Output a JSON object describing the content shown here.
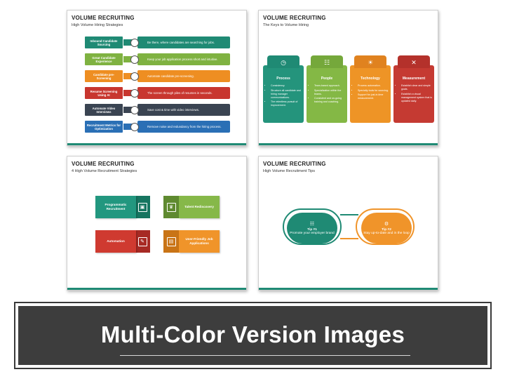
{
  "slides": {
    "s1": {
      "title": "VOLUME RECRUITING",
      "subtitle": "High Volume Hiring Strategies",
      "rows": [
        {
          "label": "Inbound Candidate Sourcing",
          "desc": "Be there, where candidates are searching for jobs.",
          "color": "#1f8a74"
        },
        {
          "label": "Great Candidate Experience",
          "desc": "Keep your job application process short and intuitive.",
          "color": "#7fb241"
        },
        {
          "label": "Candidate pre-Screening",
          "desc": "Automate candidate pre-screening.",
          "color": "#ee8e22"
        },
        {
          "label": "Resume Screening Using AI",
          "desc": "The screen through piles of resumes in seconds.",
          "color": "#c8362f"
        },
        {
          "label": "Automate Video Interviews",
          "desc": "Save cost & time with video interviews.",
          "color": "#3a4452"
        },
        {
          "label": "Recruitment Metrics for Optimization",
          "desc": "Remove noise and redundancy from the hiring process.",
          "color": "#2a6fb5"
        }
      ]
    },
    "s2": {
      "title": "VOLUME RECRUITING",
      "subtitle": "The Keys to Volume Hiring",
      "cols": [
        {
          "title": "Process",
          "icon": "clock-icon",
          "glyph": "◷",
          "cap": "#1f8a74",
          "body": "#24947c",
          "bullets": [
            "Consistency.",
            "Structure all candidate and hiring manager communications.",
            "The relentless pursuit of improvement."
          ]
        },
        {
          "title": "People",
          "icon": "people-icon",
          "glyph": "☷",
          "cap": "#75a83b",
          "body": "#84b845",
          "bullets": [
            "Team-based approach.",
            "Specialization within the teams.",
            "Consistent and on-going training and coaching."
          ]
        },
        {
          "title": "Technology",
          "icon": "bulb-icon",
          "glyph": "☀",
          "cap": "#e0821f",
          "body": "#ee9426",
          "bullets": [
            "Process automation.",
            "Specialty tools for sourcing.",
            "Support for just-in-time measurement."
          ]
        },
        {
          "title": "Measurement",
          "icon": "tools-icon",
          "glyph": "✕",
          "cap": "#b4312b",
          "body": "#c53a32",
          "bullets": [
            "Establish clear and simple goals.",
            "Establish a visual management system that is updated daily."
          ]
        }
      ]
    },
    "s3": {
      "title": "VOLUME RECRUITING",
      "subtitle": "4 High Volume Recruitment Strategies",
      "tiles": [
        {
          "label": "Programmatic Recruitment",
          "icon": "monitor-icon",
          "glyph": "▣",
          "main": "#22977f",
          "side": "#167560"
        },
        {
          "label": "Talent Rediscovery",
          "icon": "trophy-icon",
          "glyph": "♛",
          "main": "#86b849",
          "side": "#5f8a30"
        },
        {
          "label": "Automation",
          "icon": "tools-icon",
          "glyph": "✎",
          "main": "#cf3a30",
          "side": "#a72a24"
        },
        {
          "label": "User-Friendly Job Applications",
          "icon": "document-icon",
          "glyph": "▤",
          "main": "#f0942a",
          "side": "#c97416"
        }
      ]
    },
    "s4": {
      "title": "VOLUME RECRUITING",
      "subtitle": "High Volume Recruitment Tips",
      "tips": [
        {
          "title": "Tip #1",
          "text": "Promote your employer brand",
          "icon": "people-icon",
          "glyph": "☷",
          "color": "#1f8a74"
        },
        {
          "title": "Tip #2",
          "text": "Stay up-to-date and in the loop",
          "icon": "gear-icon",
          "glyph": "⚙",
          "color": "#f0942a"
        }
      ]
    }
  },
  "banner": {
    "title": "Multi-Color Version Images"
  }
}
